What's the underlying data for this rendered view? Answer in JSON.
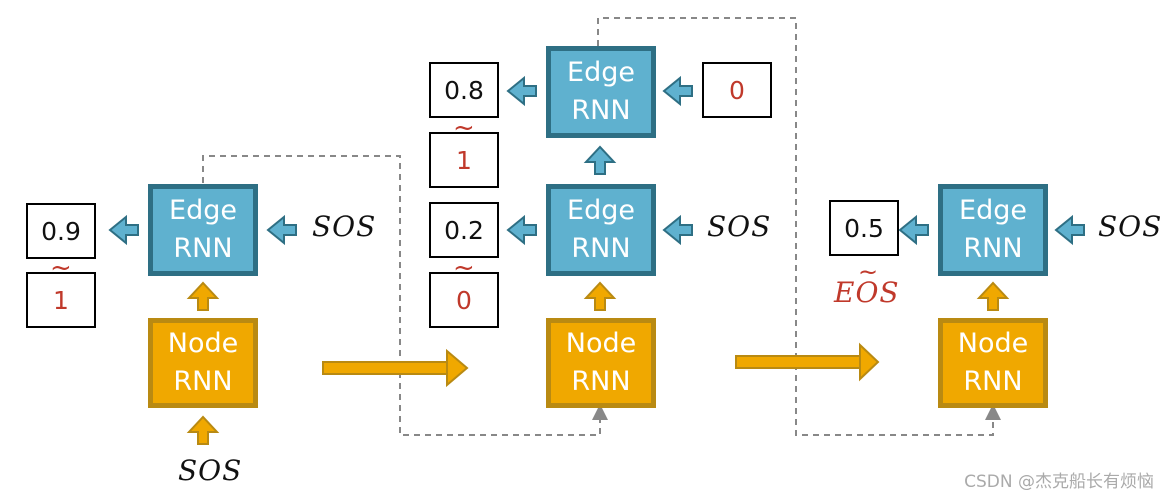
{
  "colors": {
    "edge_fill": "#5fb1cf",
    "edge_border": "#2e6f84",
    "node_fill": "#f0a800",
    "node_border": "#b98a12",
    "sampled_red": "#c0392b"
  },
  "labels": {
    "edge_line1": "Edge",
    "edge_line2": "RNN",
    "node_line1": "Node",
    "node_line2": "RNN",
    "sos": "SOS",
    "eos": "EOS",
    "tilde": "~"
  },
  "steps": [
    {
      "edge_outputs": [
        {
          "prob": "0.9",
          "sample": "1"
        }
      ]
    },
    {
      "edge_outputs": [
        {
          "prob": "0.2",
          "sample": "0"
        },
        {
          "prob": "0.8",
          "sample": "1"
        }
      ],
      "top_edge_input": "0"
    },
    {
      "edge_outputs": [
        {
          "prob": "0.5",
          "sample": "EOS"
        }
      ]
    }
  ],
  "watermark": "CSDN @杰克船长有烦恼"
}
